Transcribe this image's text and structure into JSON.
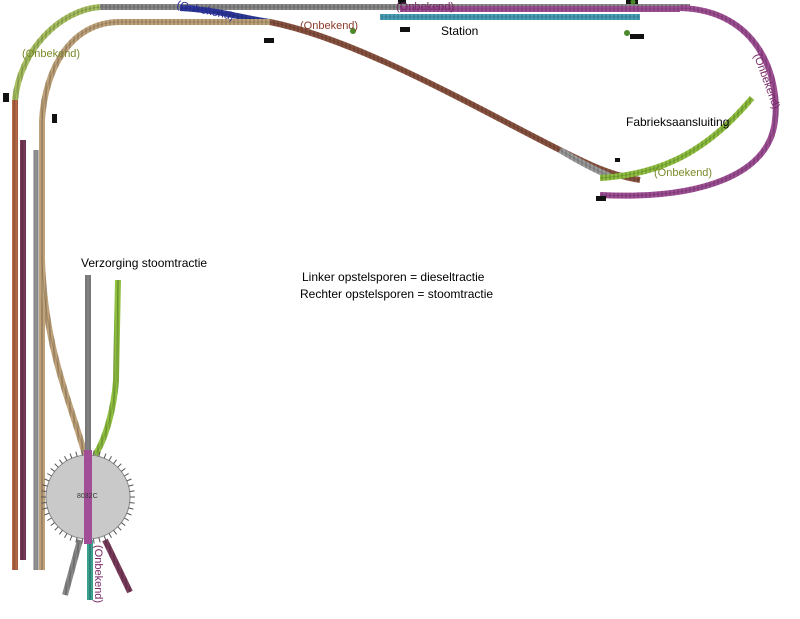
{
  "labels": {
    "station": "Station",
    "factory_siding": "Fabrieksaansluiting",
    "steam_depot": "Verzorging stoomtractie",
    "note_line1": "Linker opstelsporen = dieseltractie",
    "note_line2": "Rechter opstelsporen = stoomtractie",
    "unknown": "(Onbekend)"
  },
  "track_colors": {
    "grey": "#8a8a8a",
    "blue_dark": "#2e3a9a",
    "teal": "#4aa0b8",
    "purple": "#a04f96",
    "brown": "#8a5340",
    "olive_green": "#a8c060",
    "tan": "#bfa27a",
    "lime": "#8fc040",
    "orange_brown": "#b86a48",
    "plum": "#7a3a5a",
    "turntable": "#c9c9c9",
    "label_olive": "#7a8a2a",
    "label_purple": "#7a2a6a",
    "label_brown": "#8a3a2a",
    "label_blue": "#2a2a9a"
  },
  "turntable_label": "8032C"
}
